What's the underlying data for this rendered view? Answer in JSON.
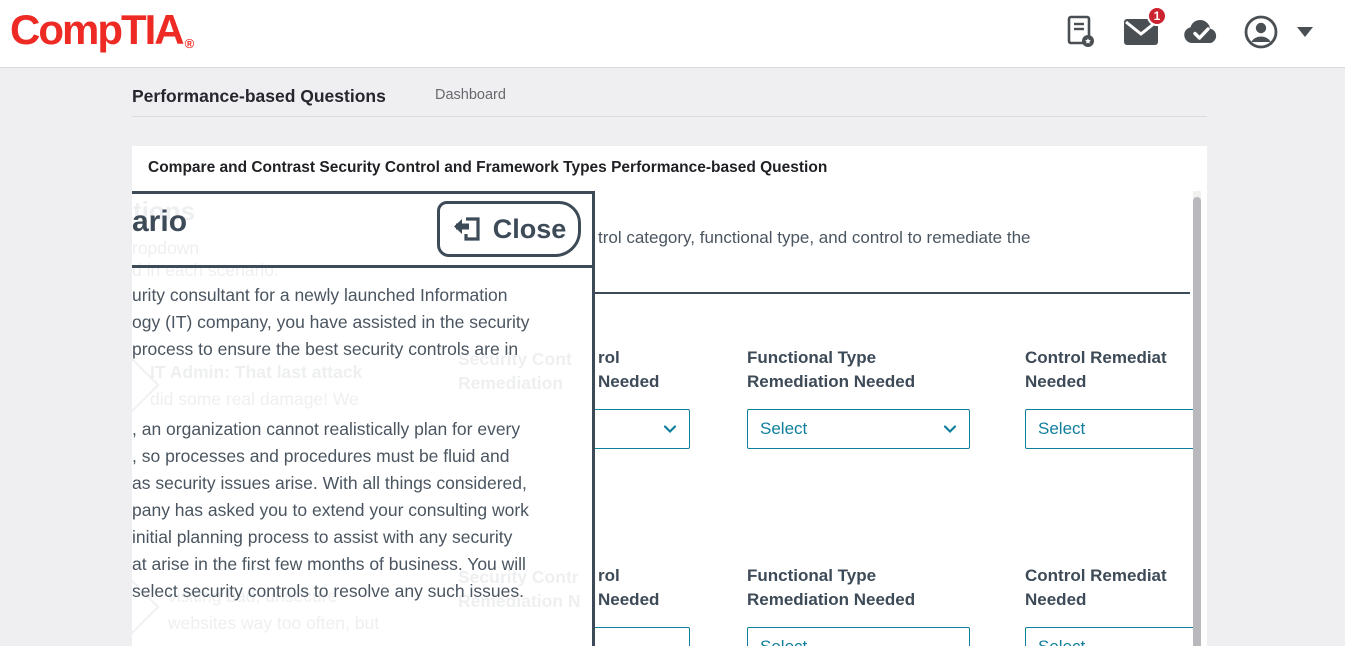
{
  "header": {
    "logo_text": "CompTIA",
    "logo_reg": "®",
    "mail_badge": "1"
  },
  "breadcrumb": {
    "title": "Performance-based Questions",
    "dashboard": "Dashboard"
  },
  "card": {
    "title": "Compare and Contrast Security Control and Framework Types Performance-based Question"
  },
  "background": {
    "instruction_fragment": "trol category, functional type, and control to remediate the",
    "rows": [
      {
        "columns": [
          {
            "label_line1": "rol",
            "label_line2": "Needed",
            "select_label": ""
          },
          {
            "label_line1": "Functional Type",
            "label_line2": "Remediation Needed",
            "select_label": "Select"
          },
          {
            "label_line1": "Control Remediat",
            "label_line2": "Needed",
            "select_label": "Select"
          }
        ]
      },
      {
        "columns": [
          {
            "label_line1": "rol",
            "label_line2": "Needed",
            "select_label": ""
          },
          {
            "label_line1": "Functional Type",
            "label_line2": "Remediation Needed",
            "select_label": "Select"
          },
          {
            "label_line1": "Control Remediat",
            "label_line2": "Needed",
            "select_label": "Select"
          }
        ]
      }
    ]
  },
  "modal": {
    "heading_fragment": "ario",
    "close_label": "Close",
    "scenario_lines": [
      "urity consultant for a newly launched Information",
      "ogy (IT) company, you have assisted in the security",
      "process to ensure the best security controls are in",
      ", an organization cannot realistically plan for every",
      ", so processes and procedures must be fluid and",
      "as security issues arise. With all things considered,",
      "pany has asked you to extend your consulting work",
      "initial planning process to assist with any security",
      "at arise in the first few months of business. You will",
      "select security controls to resolve any such issues."
    ],
    "ghosts": [
      {
        "text": "tions"
      },
      {
        "text": "ropdown"
      },
      {
        "text": "d in each scenario."
      },
      {
        "text": "IT Admin: That last attack"
      },
      {
        "text": "did some real damage! We"
      },
      {
        "text": "visiting bad, unsecure"
      },
      {
        "text": "websites way too often, but"
      },
      {
        "text": "Security Cont"
      },
      {
        "text": "Remediation"
      },
      {
        "text": "Security Contr"
      },
      {
        "text": "Remediation N"
      }
    ]
  },
  "colors": {
    "brand_red": "#ee2a24",
    "accent_teal": "#0f7f9c",
    "slate": "#3d4a57"
  }
}
